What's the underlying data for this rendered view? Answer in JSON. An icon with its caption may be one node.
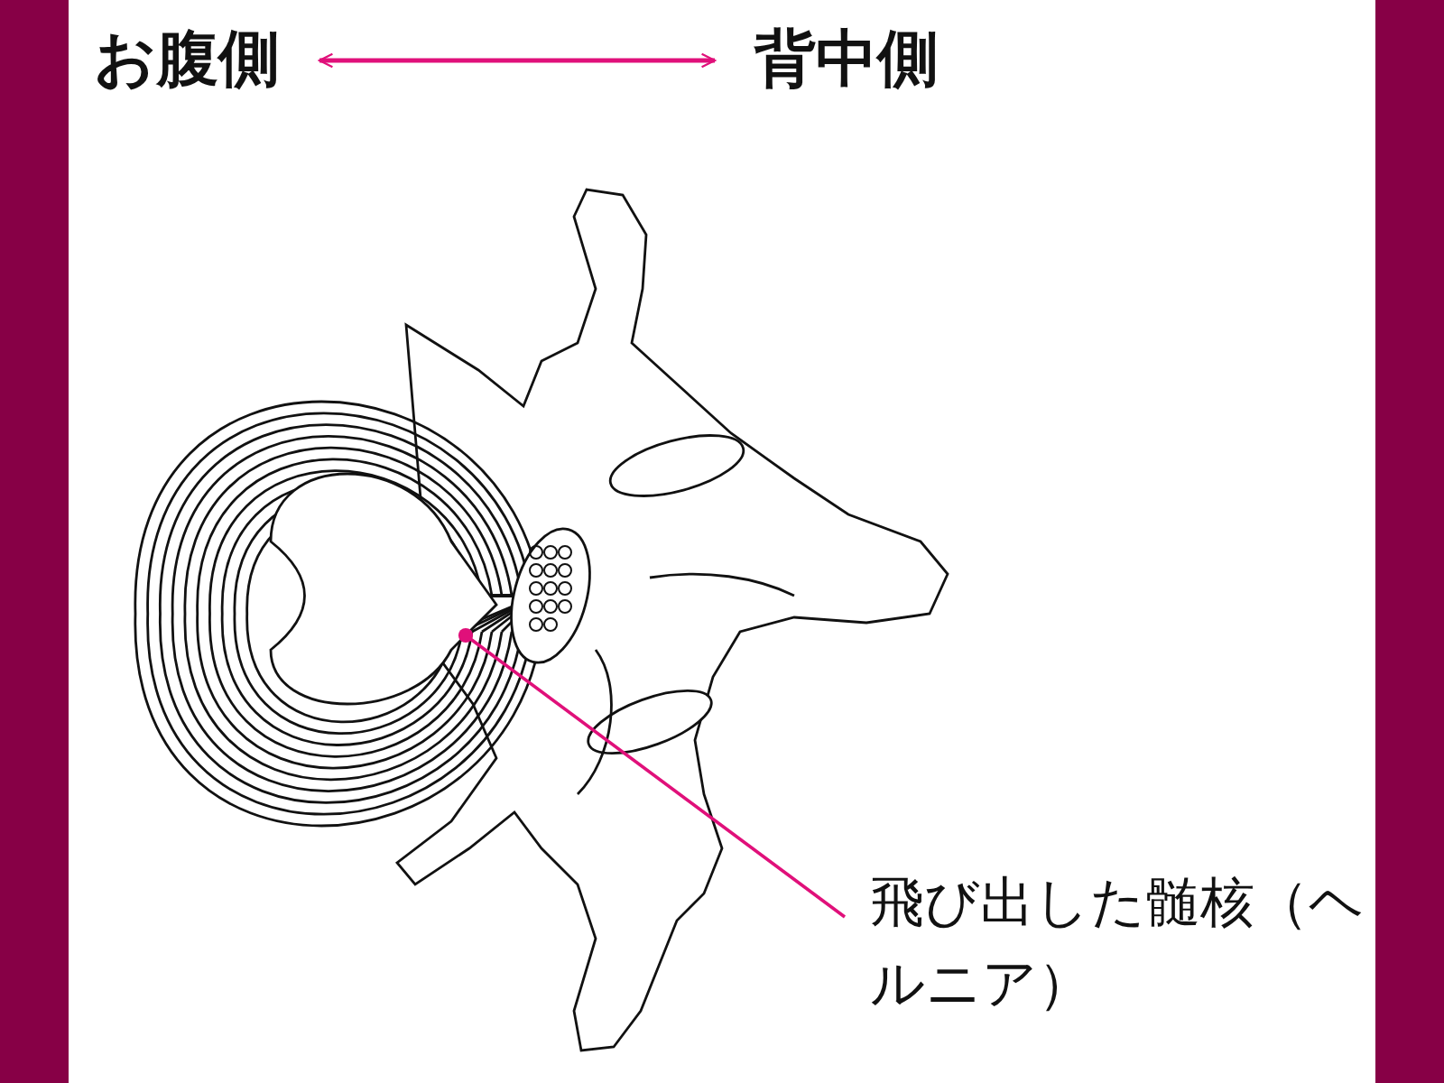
{
  "diagram": {
    "nodes": [
      {
        "text": [
          "お腹側"
        ]
      },
      {
        "text": [
          "背中側"
        ]
      },
      {
        "text": [
          "飛び出した髄核（ヘルニア）"
        ]
      }
    ],
    "edges": [
      {
        "from": 0,
        "to": 1,
        "arrow": "both"
      },
      {
        "from": 2,
        "to": null,
        "arrow": "other"
      }
    ]
  }
}
